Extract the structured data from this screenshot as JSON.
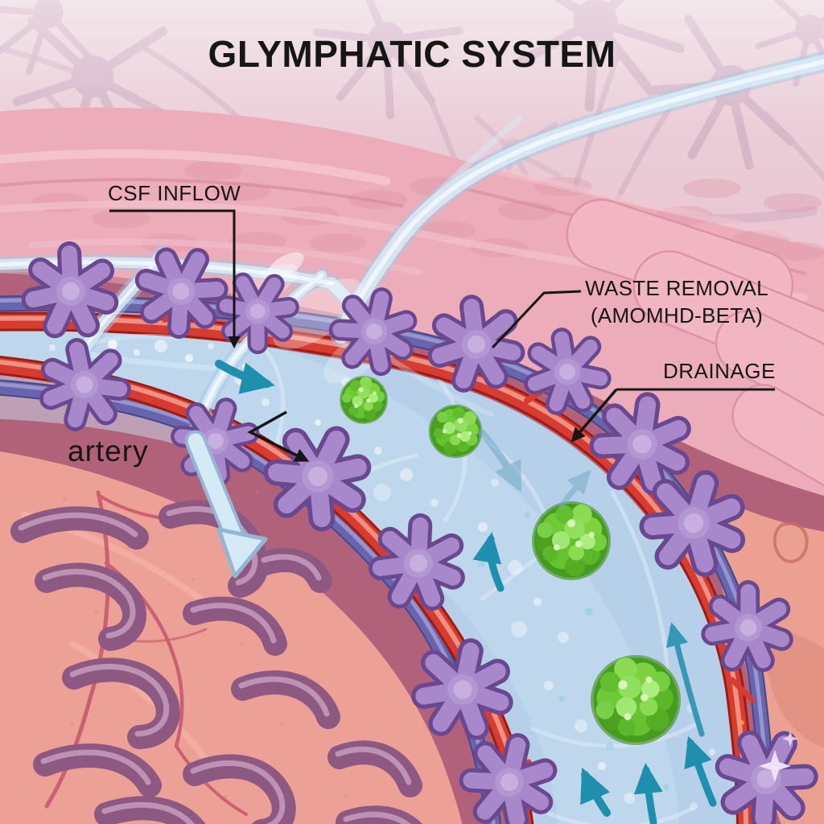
{
  "title": "GLYMPHATIC SYSTEM",
  "labels": {
    "csf_inflow": "CSF INFLOW",
    "waste_removal_line1": "WASTE REMOVAL",
    "waste_removal_line2": "(AMOMHD-BETA)",
    "drainage": "DRAINAGE",
    "artery": "artery"
  },
  "colors": {
    "background_top": "#ecd6de",
    "background_bottom": "#e6aebd",
    "cortex_pink": "#ecacb9",
    "cortex_ridge": "#f6ccd5",
    "deep_tissue_mauve": "#b2617b",
    "parenchyma_salmon": "#eda096",
    "neuropil_purple": "#8d5983",
    "perivascular_blue": "#b7d0e9",
    "artery_red": "#d63c30",
    "vein_blue": "#6665ad",
    "astrocyte_purple": "#a987cb",
    "amyloid_green": "#63bd2e",
    "csf_stream_blue": "#d9ebf8",
    "flow_arrow_teal": "#1f8fae",
    "leader_line_black": "#151515",
    "label_text": "#161616"
  }
}
